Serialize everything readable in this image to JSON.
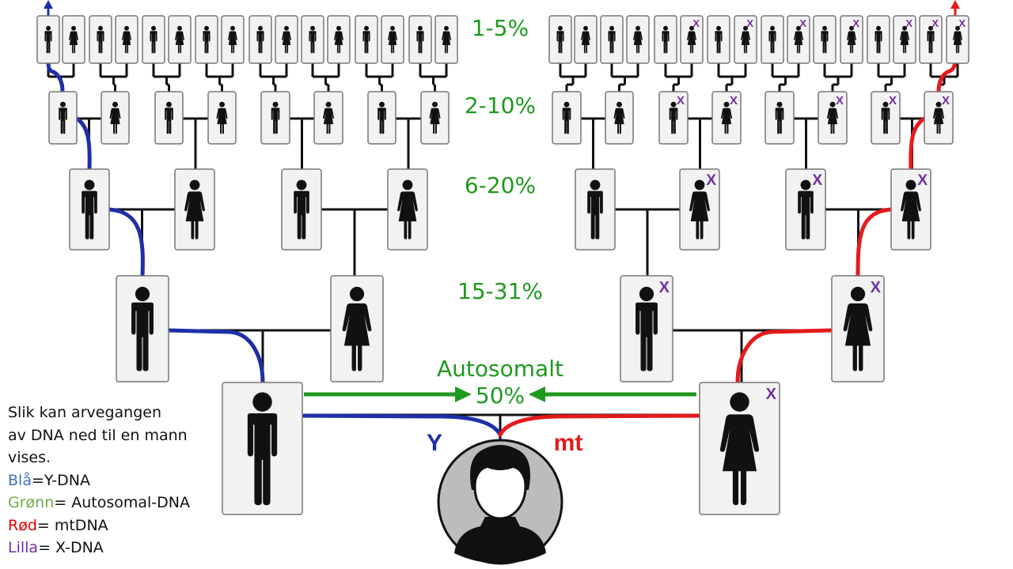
{
  "generations": [
    {
      "pct_left": "1-5%"
    },
    {
      "pct_left": "2-10%"
    },
    {
      "pct_left": "6-20%"
    },
    {
      "pct_left": "15-31%"
    }
  ],
  "autosomal": {
    "label": "Autosomalt",
    "pct": "50%"
  },
  "line_labels": {
    "y": "Y",
    "mt": "mt"
  },
  "x_marker": "X",
  "legend": {
    "intro": [
      "Slik kan arvegangen",
      "av DNA ned til en mann",
      "vises."
    ],
    "items": [
      {
        "key": "Blå",
        "text": "=Y-DNA",
        "color": "#4472c4"
      },
      {
        "key": "Grønn",
        "text": "= Autosomal-DNA",
        "color": "#70ad47"
      },
      {
        "key": "Rød",
        "text": "= mtDNA",
        "color": "#e00000"
      },
      {
        "key": "Lilla",
        "text": "= X-DNA",
        "color": "#7030a0"
      }
    ]
  },
  "colors": {
    "y_dna": "#1f2fa8",
    "mt_dna": "#e31b1b",
    "autosomal": "#1e9a1e",
    "x_dna": "#7030a0",
    "card_fill": "#f2f2f2",
    "card_border": "#777777"
  },
  "icons": [
    "male-figure-icon",
    "female-figure-icon",
    "person-avatar-icon",
    "arrow-up-icon",
    "arrow-right-icon",
    "arrow-left-icon"
  ]
}
